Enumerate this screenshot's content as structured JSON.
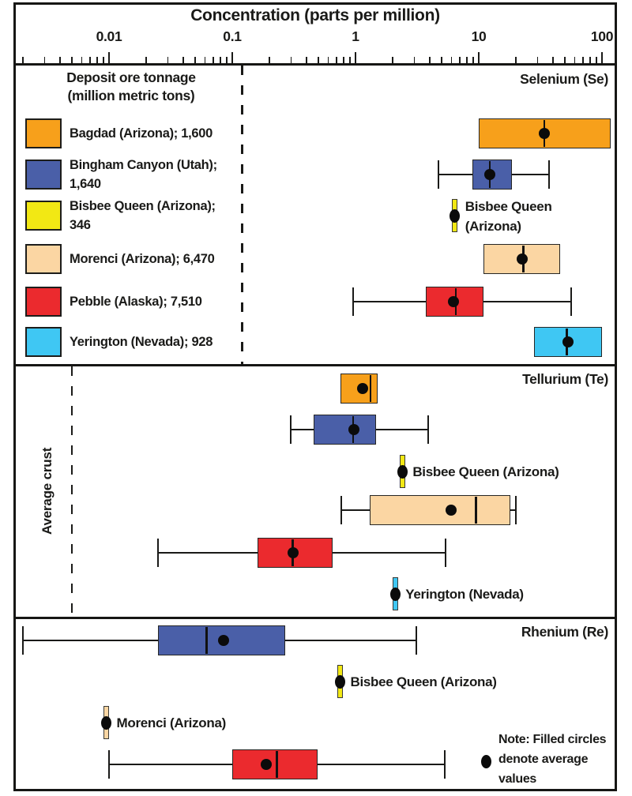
{
  "figure": {
    "axis_title": "Concentration (parts per million)",
    "tick_labels": [
      "0.01",
      "0.1",
      "1",
      "10",
      "100"
    ],
    "average_crust_label": "Average crust",
    "legend": {
      "title_lines": [
        "Deposit ore tonnage",
        "(million metric tons)"
      ],
      "items": [
        {
          "label_lines": [
            "Bagdad (Arizona); 1,600"
          ],
          "color": "#F7A01B"
        },
        {
          "label_lines": [
            "Bingham Canyon (Utah);",
            "1,640"
          ],
          "color": "#4A5FA8"
        },
        {
          "label_lines": [
            "Bisbee Queen (Arizona);",
            "346"
          ],
          "color": "#F2E814"
        },
        {
          "label_lines": [
            "Morenci (Arizona); 6,470"
          ],
          "color": "#FBD6A3"
        },
        {
          "label_lines": [
            "Pebble (Alaska); 7,510"
          ],
          "color": "#EB2A2E"
        },
        {
          "label_lines": [
            "Yerington (Nevada); 928"
          ],
          "color": "#3FC7F3"
        }
      ]
    },
    "note_lines": [
      "Note: Filled circles",
      "denote average",
      "values"
    ]
  },
  "chart_data": {
    "type": "boxplot",
    "x_axis": {
      "title": "Concentration (parts per million)",
      "scale": "log10",
      "ticks": [
        0.01,
        0.1,
        1,
        10,
        100
      ],
      "range_ppm": [
        0.002,
        130
      ],
      "grid": false
    },
    "note": "Note: Filled circles denote average values",
    "panels": [
      {
        "element": "Selenium (Se)",
        "average_crust_ppm": 0.12,
        "series": [
          {
            "deposit": "Bagdad (Arizona)",
            "color": "#F7A01B",
            "box": {
              "q1": 10,
              "median": 34,
              "q3": 118,
              "mean": 34
            }
          },
          {
            "deposit": "Bingham Canyon (Utah)",
            "color": "#4A5FA8",
            "box": {
              "low": 4.7,
              "q1": 8.9,
              "median": 12.3,
              "q3": 18.6,
              "high": 37,
              "mean": 12.3
            }
          },
          {
            "deposit": "Bisbee Queen (Arizona)",
            "color": "#F2E814",
            "point": {
              "mean": 6.4
            },
            "annotation_lines": [
              "Bisbee Queen",
              "(Arizona)"
            ]
          },
          {
            "deposit": "Morenci (Arizona)",
            "color": "#FBD6A3",
            "box": {
              "q1": 11,
              "median": 23,
              "q3": 46,
              "mean": 22.5
            }
          },
          {
            "deposit": "Pebble (Alaska)",
            "color": "#EB2A2E",
            "box": {
              "low": 0.95,
              "q1": 3.7,
              "median": 6.5,
              "q3": 11,
              "high": 56,
              "mean": 6.2
            }
          },
          {
            "deposit": "Yerington (Nevada)",
            "color": "#3FC7F3",
            "box": {
              "q1": 28,
              "median": 52,
              "q3": 100,
              "mean": 53
            }
          }
        ]
      },
      {
        "element": "Tellurium (Te)",
        "average_crust_ppm": 0.005,
        "series": [
          {
            "deposit": "Bagdad (Arizona)",
            "color": "#F7A01B",
            "box": {
              "q1": 0.76,
              "median": 1.32,
              "q3": 1.51,
              "mean": 1.15
            }
          },
          {
            "deposit": "Bingham Canyon (Utah)",
            "color": "#4A5FA8",
            "box": {
              "low": 0.3,
              "q1": 0.46,
              "median": 0.96,
              "q3": 1.47,
              "high": 3.9,
              "mean": 0.97
            }
          },
          {
            "deposit": "Bisbee Queen (Arizona)",
            "color": "#F2E814",
            "point": {
              "mean": 2.4
            },
            "annotation_lines": [
              "Bisbee Queen (Arizona)"
            ]
          },
          {
            "deposit": "Morenci (Arizona)",
            "color": "#FBD6A3",
            "box": {
              "low": 0.77,
              "q1": 1.3,
              "median": 9.5,
              "q3": 18,
              "high": 20,
              "mean": 6.0
            }
          },
          {
            "deposit": "Pebble (Alaska)",
            "color": "#EB2A2E",
            "box": {
              "low": 0.025,
              "q1": 0.16,
              "median": 0.31,
              "q3": 0.65,
              "high": 5.4,
              "mean": 0.31
            }
          },
          {
            "deposit": "Yerington (Nevada)",
            "color": "#3FC7F3",
            "point": {
              "mean": 2.1
            },
            "annotation_lines": [
              "Yerington (Nevada)"
            ]
          }
        ]
      },
      {
        "element": "Rhenium (Re)",
        "average_crust_ppm": null,
        "series": [
          {
            "deposit": "Bingham Canyon (Utah)",
            "color": "#4A5FA8",
            "box": {
              "low": 0.002,
              "q1": 0.025,
              "median": 0.062,
              "q3": 0.27,
              "high": 3.1,
              "mean": 0.085
            }
          },
          {
            "deposit": "Bisbee Queen (Arizona)",
            "color": "#F2E814",
            "point": {
              "mean": 0.75
            },
            "annotation_lines": [
              "Bisbee Queen (Arizona)"
            ]
          },
          {
            "deposit": "Morenci (Arizona)",
            "color": "#FBD6A3",
            "point": {
              "mean": 0.0095
            },
            "annotation_lines": [
              "Morenci (Arizona)"
            ]
          },
          {
            "deposit": "Pebble (Alaska)",
            "color": "#EB2A2E",
            "box": {
              "low": 0.01,
              "q1": 0.1,
              "median": 0.23,
              "q3": 0.49,
              "high": 5.3,
              "mean": 0.19
            }
          }
        ]
      }
    ]
  }
}
